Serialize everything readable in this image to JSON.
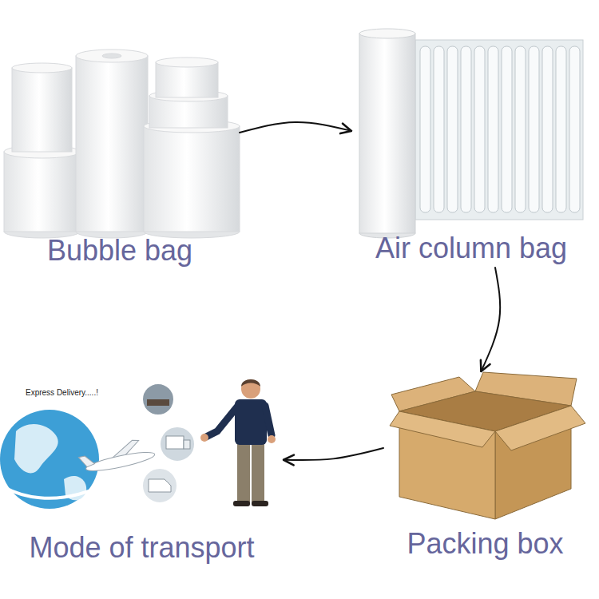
{
  "diagram": {
    "nodes": [
      {
        "text": [
          "Bubble bag"
        ]
      },
      {
        "text": [
          "Air column bag"
        ]
      },
      {
        "text": [
          "Mode of transport"
        ]
      },
      {
        "text": [
          "Packing box"
        ]
      }
    ],
    "edges": [
      {
        "from": 0,
        "to": 1,
        "arrow": "to"
      },
      {
        "from": 1,
        "to": 3,
        "arrow": "to"
      },
      {
        "from": 3,
        "to": 2,
        "arrow": "to"
      }
    ],
    "labels": [
      "Express Delivery.....!"
    ]
  }
}
